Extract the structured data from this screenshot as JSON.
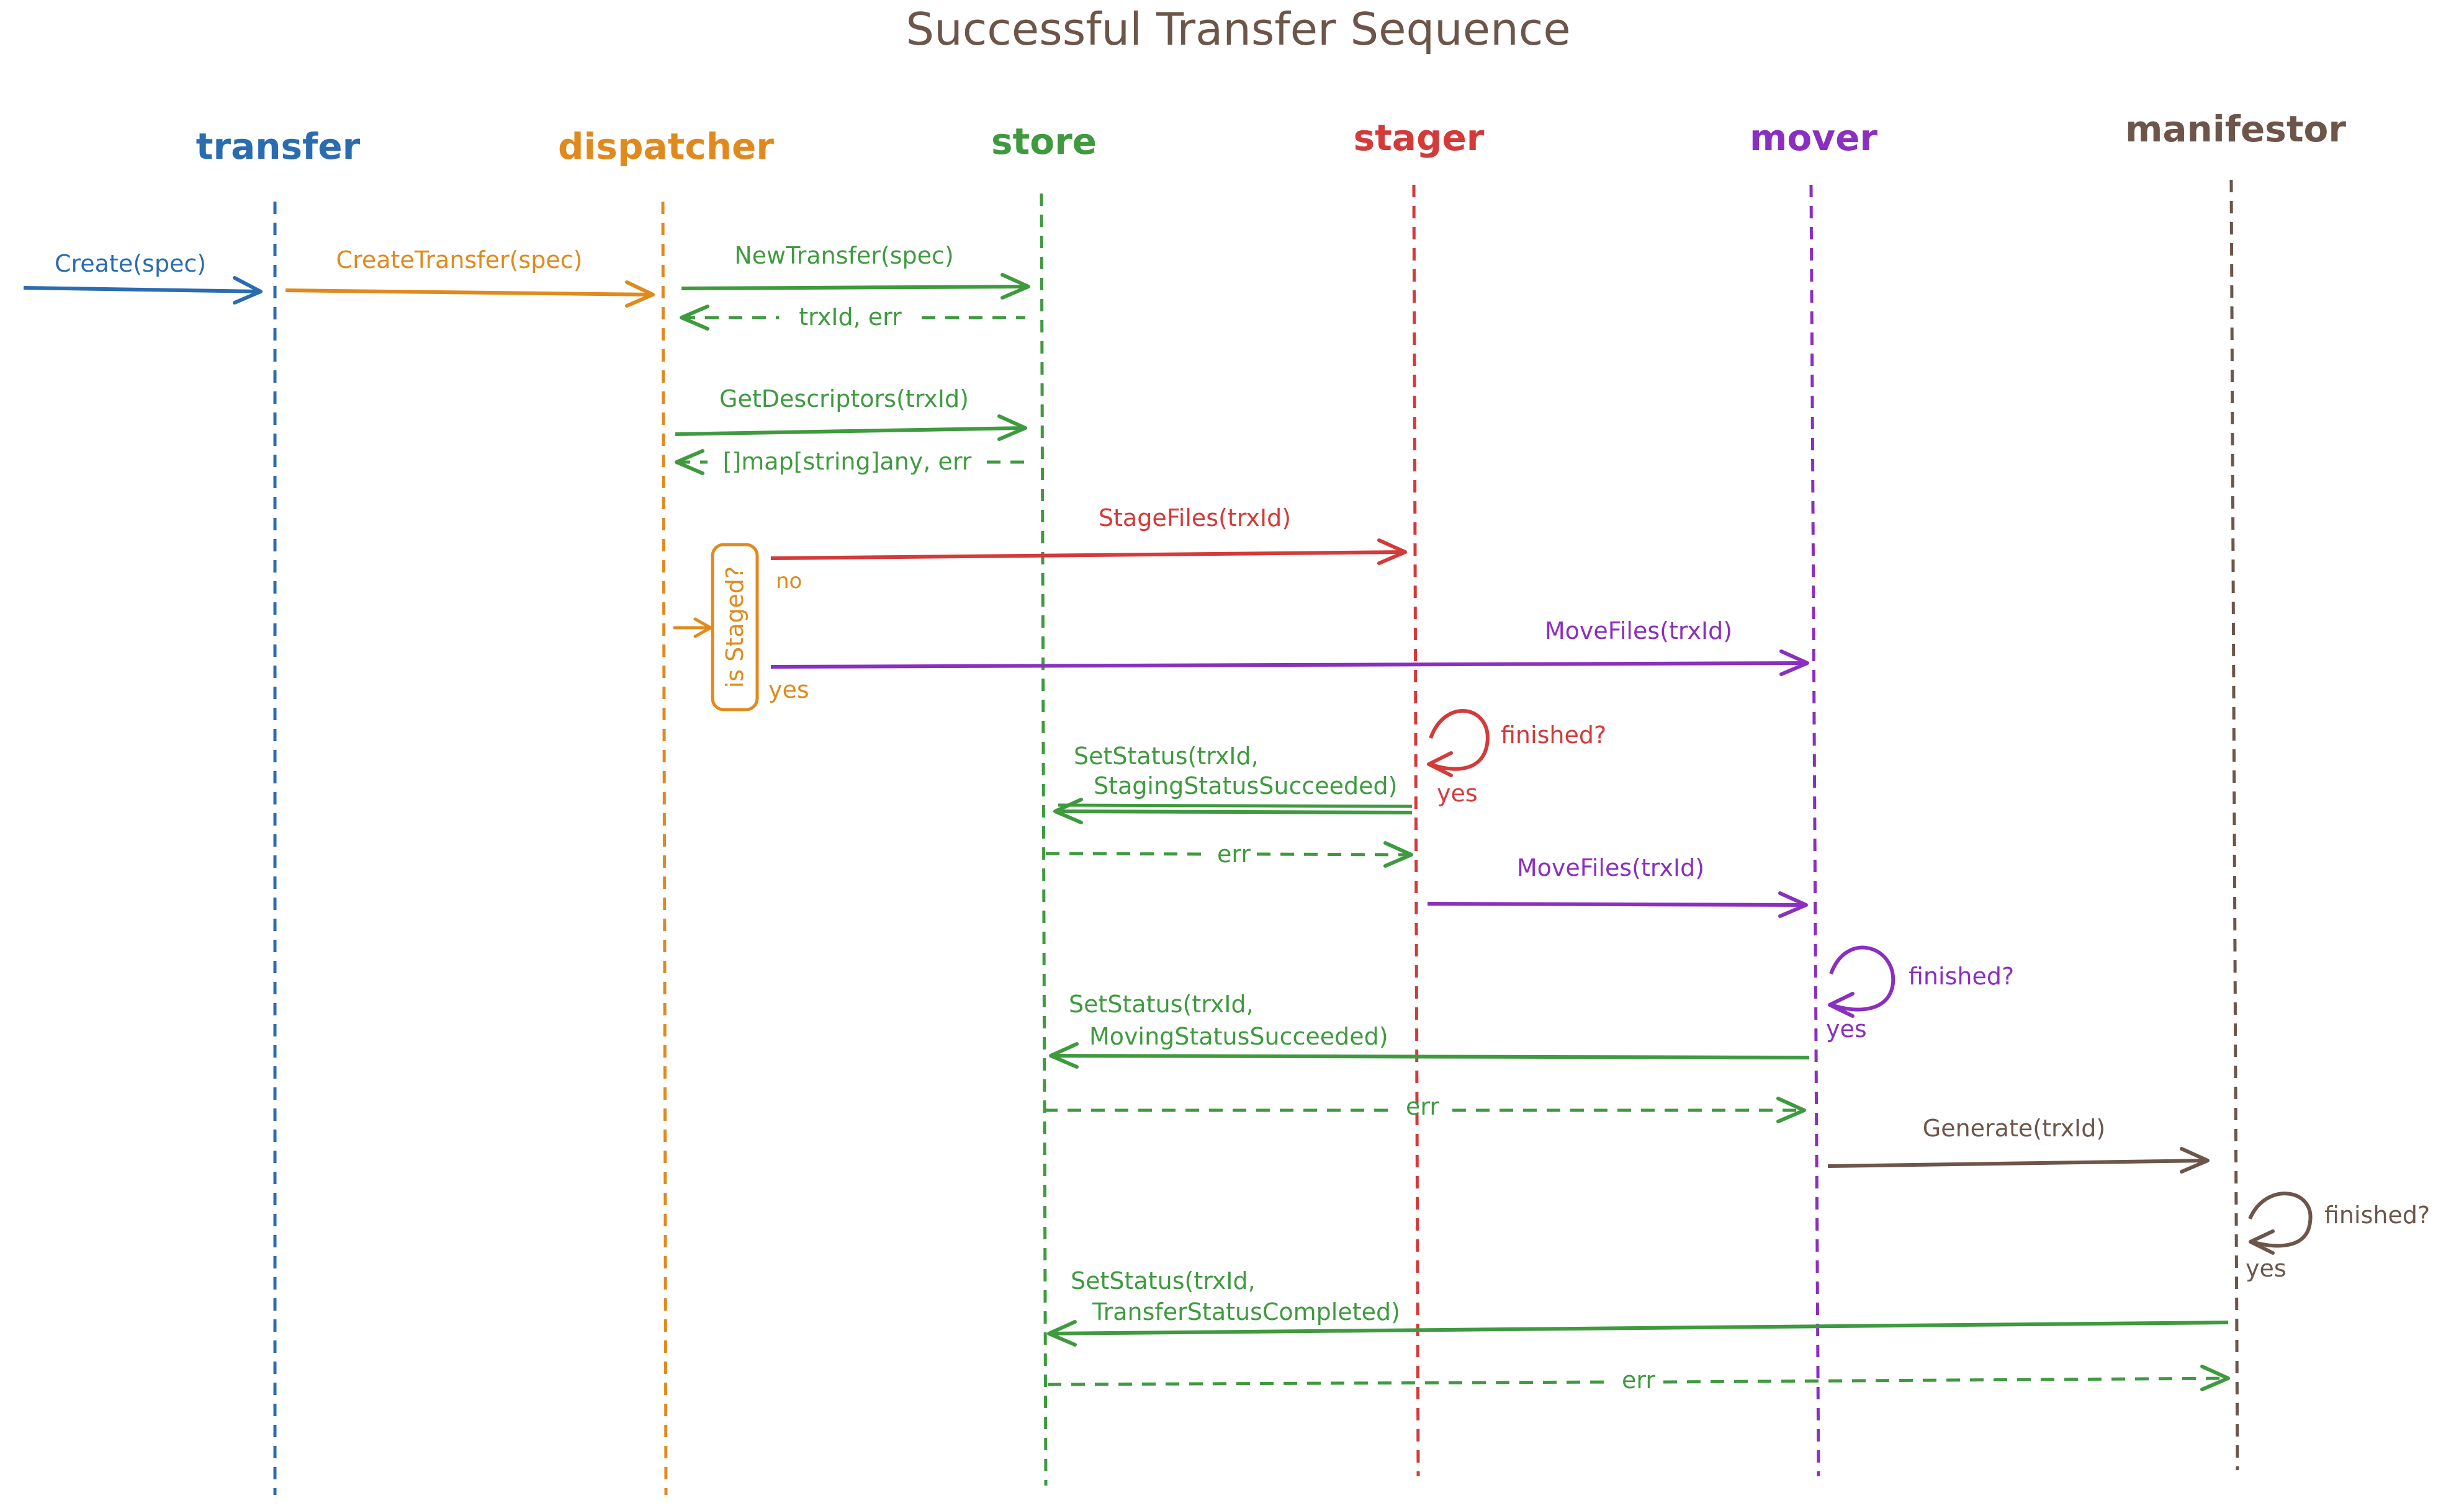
{
  "title": "Successful Transfer Sequence",
  "colors": {
    "transfer": "#2b6cb0",
    "dispatcher": "#e08a1e",
    "store": "#3f9a3f",
    "stager": "#d33a3a",
    "mover": "#8a2fbf",
    "manifestor": "#6d5549"
  },
  "participants": [
    {
      "id": "transfer",
      "label": "transfer"
    },
    {
      "id": "dispatcher",
      "label": "dispatcher"
    },
    {
      "id": "store",
      "label": "store"
    },
    {
      "id": "stager",
      "label": "stager"
    },
    {
      "id": "mover",
      "label": "mover"
    },
    {
      "id": "manifestor",
      "label": "manifestor"
    }
  ],
  "messages": {
    "create": "Create(spec)",
    "create_transfer": "CreateTransfer(spec)",
    "new_transfer": "NewTransfer(spec)",
    "trx_return": "trxId, err",
    "get_descriptors": "GetDescriptors(trxId)",
    "descriptors_return": "[]map[string]any, err",
    "stage_files": "StageFiles(trxId)",
    "move_files_1": "MoveFiles(trxId)",
    "stager_set_status_l1": "SetStatus(trxId,",
    "stager_set_status_l2": "StagingStatusSucceeded)",
    "stager_err": "err",
    "move_files_2": "MoveFiles(trxId)",
    "mover_set_status_l1": "SetStatus(trxId,",
    "mover_set_status_l2": "MovingStatusSucceeded)",
    "mover_err": "err",
    "generate": "Generate(trxId)",
    "manifestor_set_status_l1": "SetStatus(trxId,",
    "manifestor_set_status_l2": "TransferStatusCompleted)",
    "manifestor_err": "err"
  },
  "decision": {
    "label": "is Staged?",
    "no": "no",
    "yes": "yes"
  },
  "loops": {
    "stager_finished": "finished?",
    "stager_yes": "yes",
    "mover_finished": "finished?",
    "mover_yes": "yes",
    "manifestor_finished": "finished?",
    "manifestor_yes": "yes"
  }
}
